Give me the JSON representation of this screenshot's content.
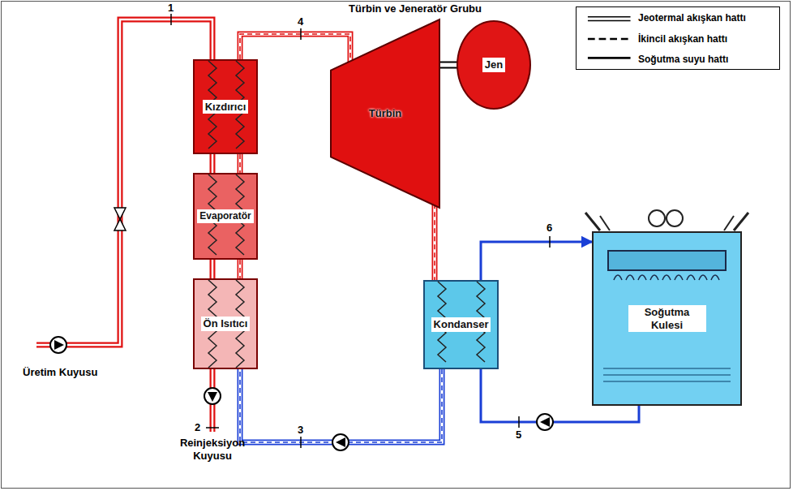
{
  "diagram": {
    "nodes": [
      {
        "text": [
          "Kızdırıcı"
        ]
      },
      {
        "text": [
          "Evaporatör"
        ]
      },
      {
        "text": [
          "Ön Isıtıcı"
        ]
      },
      {
        "text": [
          "Türbin"
        ]
      },
      {
        "text": [
          "Jen"
        ]
      },
      {
        "text": [
          "Kondanser"
        ]
      },
      {
        "text": [
          "Soğutma Kulesi"
        ]
      }
    ],
    "edges": [
      {
        "from": 0,
        "to": 1,
        "arrow": "none"
      },
      {
        "from": 1,
        "to": 2,
        "arrow": "none"
      },
      {
        "from": 0,
        "to": 3,
        "arrow": "none"
      },
      {
        "from": 3,
        "to": 4,
        "arrow": "none"
      },
      {
        "from": 3,
        "to": 5,
        "arrow": "none"
      },
      {
        "from": 5,
        "to": 2,
        "arrow": "none"
      },
      {
        "from": 5,
        "to": 6,
        "arrow": "to"
      },
      {
        "from": 6,
        "to": 5,
        "arrow": "none"
      }
    ],
    "labels": [
      "Türbin ve Jeneratör Grubu",
      "1",
      "4",
      "Üretim Kuyusu",
      "2",
      "Reinjeksiyon Kuyusu",
      "3",
      "5",
      "6"
    ],
    "legend": [
      {
        "text": "Jeotermal akışkan hattı"
      },
      {
        "text": "İkincil akışkan hattı"
      },
      {
        "text": "Soğutma suyu hattı"
      }
    ]
  }
}
